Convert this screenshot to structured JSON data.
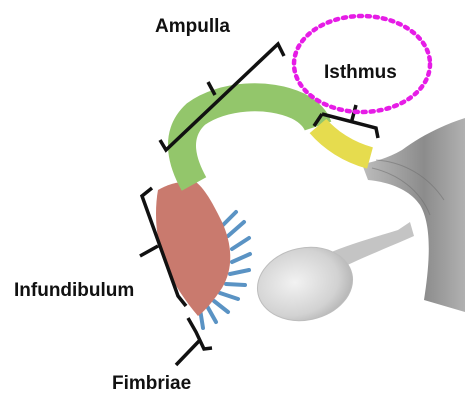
{
  "labels": {
    "ampulla": "Ampulla",
    "isthmus": "Isthmus",
    "infundibulum": "Infundibulum",
    "fimbriae": "Fimbriae"
  },
  "colors": {
    "ampulla_segment": "#93c66b",
    "isthmus_segment": "#e6dc4e",
    "infundibulum_segment": "#c97a6e",
    "fimbriae_fringe": "#5a93c4",
    "highlight_ellipse": "#e61ce6",
    "bracket": "#111111",
    "organ_gray": "#9a9a9a"
  }
}
